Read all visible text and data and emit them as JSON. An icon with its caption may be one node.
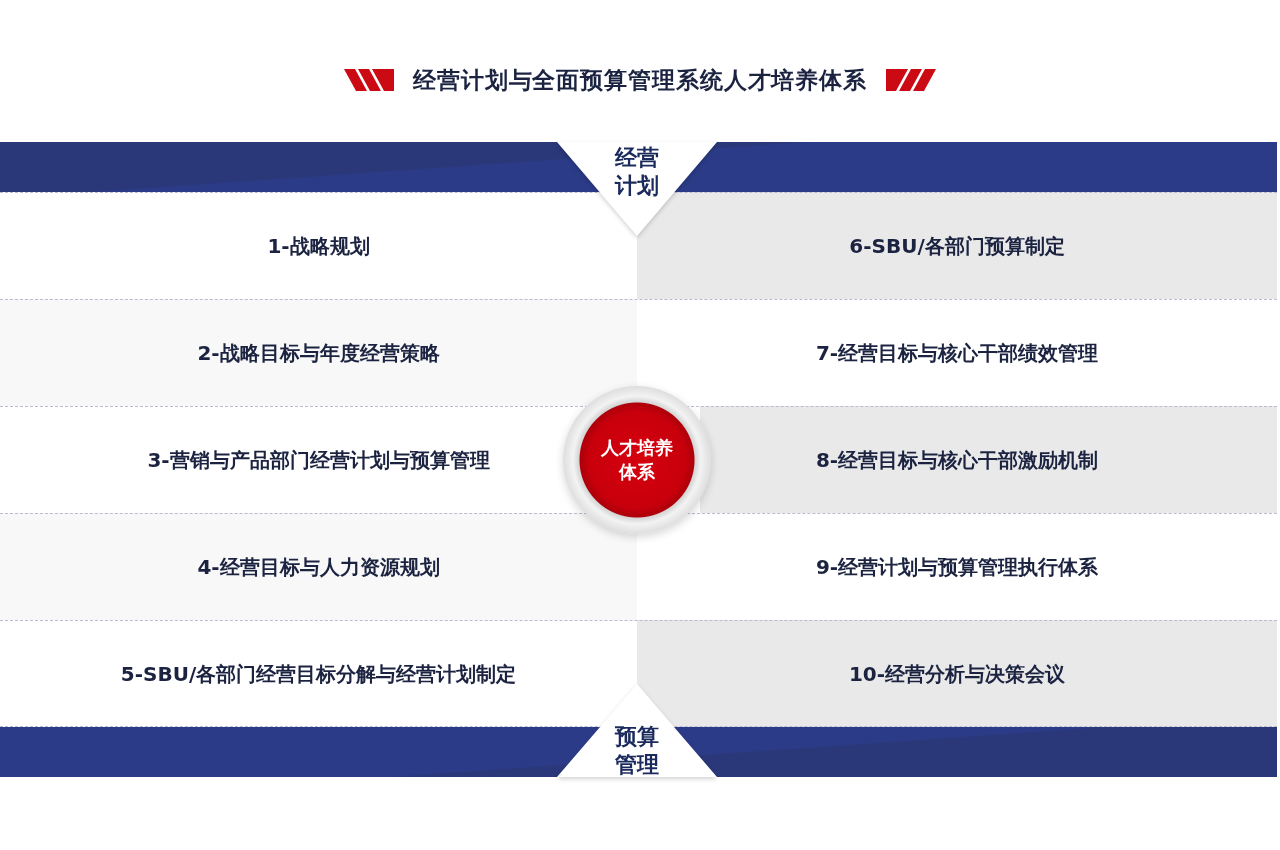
{
  "diagram": {
    "title": "经营计划与全面预算管理系统人才培养体系",
    "nodes": [
      {
        "text": [
          "经营计划"
        ]
      },
      {
        "text": [
          "1-战略规划"
        ]
      },
      {
        "text": [
          "2-战略目标与年度经营策略"
        ]
      },
      {
        "text": [
          "3-营销与产品部门经营计划与预算管理"
        ]
      },
      {
        "text": [
          "4-经营目标与人力资源规划"
        ]
      },
      {
        "text": [
          "5-SBU/各部门经营目标分解与经营计划制定"
        ]
      },
      {
        "text": [
          "6-SBU/各部门预算制定"
        ]
      },
      {
        "text": [
          "7-经营目标与核心干部绩效管理"
        ]
      },
      {
        "text": [
          "8-经营目标与核心干部激励机制"
        ]
      },
      {
        "text": [
          "9-经营计划与预算管理执行体系"
        ]
      },
      {
        "text": [
          "10-经营分析与决策会议"
        ]
      },
      {
        "text": [
          "人才培养体系"
        ]
      },
      {
        "text": [
          "预算管理"
        ]
      }
    ]
  }
}
